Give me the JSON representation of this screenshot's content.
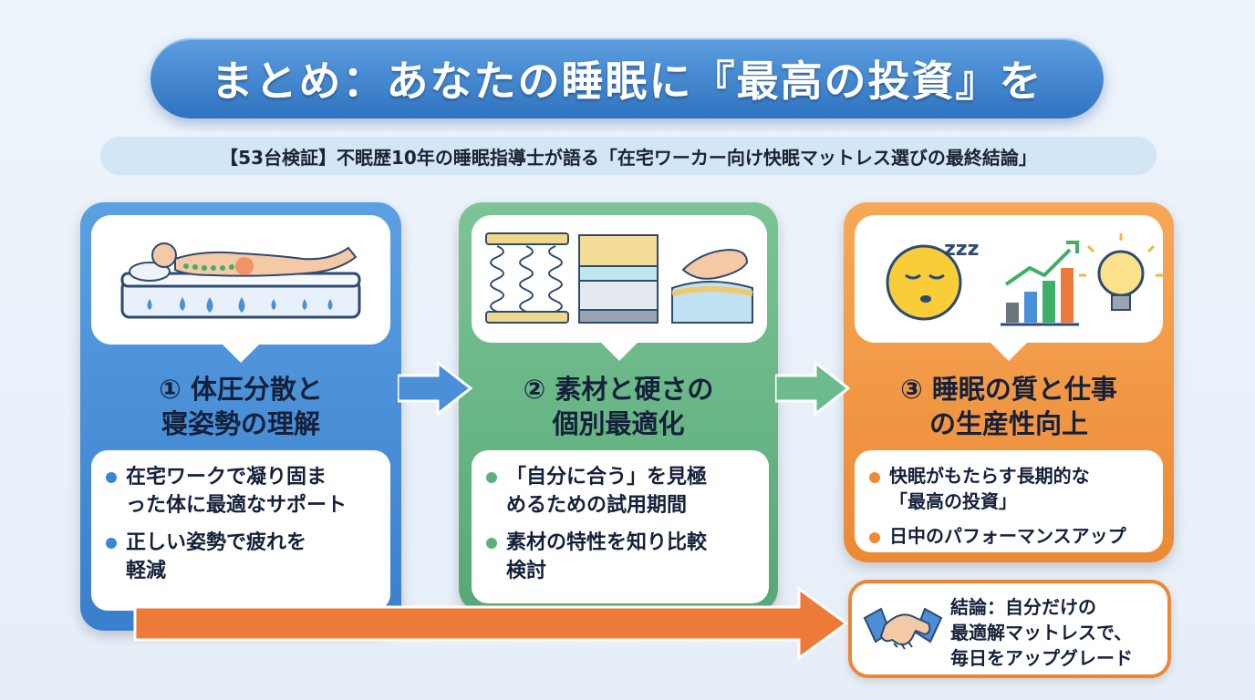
{
  "title": "まとめ：あなたの睡眠に『最高の投資』を",
  "subtitle": "【53台検証】不眠歴10年の睡眠指導士が語る「在宅ワーカー向け快眠マットレス選びの最終結論」",
  "cards": [
    {
      "heading_line1": "① 体圧分散と",
      "heading_line2": "寝姿勢の理解",
      "icon": "body-on-mattress-icon",
      "bullets": [
        {
          "line1": "在宅ワークで凝り固ま",
          "line2": "った体に最適なサポート"
        },
        {
          "line1": "正しい姿勢で疲れを",
          "line2": "軽減"
        }
      ]
    },
    {
      "heading_line1": "② 素材と硬さの",
      "heading_line2": "個別最適化",
      "icon": "mattress-materials-icon",
      "bullets": [
        {
          "line1": "「自分に合う」を見極",
          "line2": "めるための試用期間"
        },
        {
          "line1": "素材の特性を知り比較",
          "line2": "検討"
        }
      ]
    },
    {
      "heading_line1": "③ 睡眠の質と仕事",
      "heading_line2": "の生産性向上",
      "icon": "sleep-productivity-icon",
      "bullets": [
        {
          "line1": "快眠がもたらす長期的な",
          "line2": "「最高の投資」"
        },
        {
          "line1": "日中のパフォーマンスアップ",
          "line2": ""
        }
      ]
    }
  ],
  "conclusion": {
    "line1": "結論：自分だけの",
    "line2": "最適解マットレスで、",
    "line3": "毎日をアップグレード",
    "icon": "handshake-icon"
  },
  "colors": {
    "blue": "#3a7fcc",
    "green": "#57a877",
    "orange": "#ec8a35",
    "arrow_blue": "#4a8fd8",
    "arrow_green": "#6dbb8c",
    "arrow_orange": "#ee7a3a"
  }
}
